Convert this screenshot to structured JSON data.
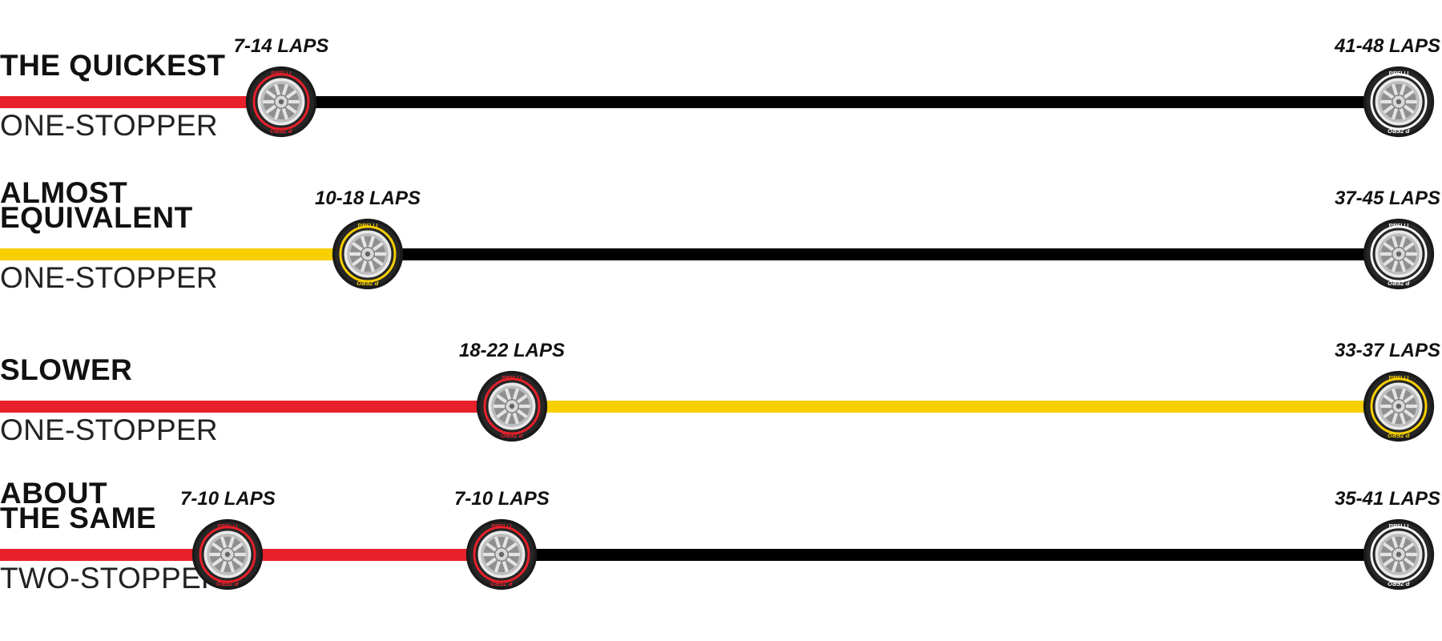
{
  "colors": {
    "soft": "#e8202a",
    "medium": "#f8d000",
    "hard": "#000000",
    "hard_wall": "#ffffff"
  },
  "brand": {
    "tyre_wall_text": "PIRELLI",
    "tyre_side_text": "P ZERO"
  },
  "strategies": [
    {
      "title_lines": [
        "THE QUICKEST"
      ],
      "subtitle": "ONE-STOPPER",
      "segments": [
        {
          "compound": "soft",
          "from": 0,
          "to": 0.195
        },
        {
          "compound": "hard",
          "from": 0.195,
          "to": 0.97
        }
      ],
      "stops": [
        {
          "pos": 0.195,
          "compound": "soft",
          "laps": "7-14 LAPS"
        },
        {
          "pos": 0.97,
          "compound": "hard",
          "laps": "41-48 LAPS"
        }
      ]
    },
    {
      "title_lines": [
        "ALMOST",
        "EQUIVALENT"
      ],
      "subtitle": "ONE-STOPPER",
      "segments": [
        {
          "compound": "medium",
          "from": 0,
          "to": 0.255
        },
        {
          "compound": "hard",
          "from": 0.255,
          "to": 0.97
        }
      ],
      "stops": [
        {
          "pos": 0.255,
          "compound": "medium",
          "laps": "10-18 LAPS"
        },
        {
          "pos": 0.97,
          "compound": "hard",
          "laps": "37-45 LAPS"
        }
      ]
    },
    {
      "title_lines": [
        "SLOWER"
      ],
      "subtitle": "ONE-STOPPER",
      "segments": [
        {
          "compound": "soft",
          "from": 0,
          "to": 0.355
        },
        {
          "compound": "medium",
          "from": 0.355,
          "to": 0.97
        }
      ],
      "stops": [
        {
          "pos": 0.355,
          "compound": "soft",
          "laps": "18-22 LAPS"
        },
        {
          "pos": 0.97,
          "compound": "medium",
          "laps": "33-37 LAPS"
        }
      ]
    },
    {
      "title_lines": [
        "ABOUT",
        "THE SAME"
      ],
      "subtitle": "TWO-STOPPER",
      "segments": [
        {
          "compound": "soft",
          "from": 0,
          "to": 0.158
        },
        {
          "compound": "soft",
          "from": 0.158,
          "to": 0.348
        },
        {
          "compound": "hard",
          "from": 0.348,
          "to": 0.97
        }
      ],
      "stops": [
        {
          "pos": 0.158,
          "compound": "soft",
          "laps": "7-10 LAPS"
        },
        {
          "pos": 0.348,
          "compound": "soft",
          "laps": "7-10 LAPS"
        },
        {
          "pos": 0.97,
          "compound": "hard",
          "laps": "35-41 LAPS"
        }
      ]
    }
  ]
}
